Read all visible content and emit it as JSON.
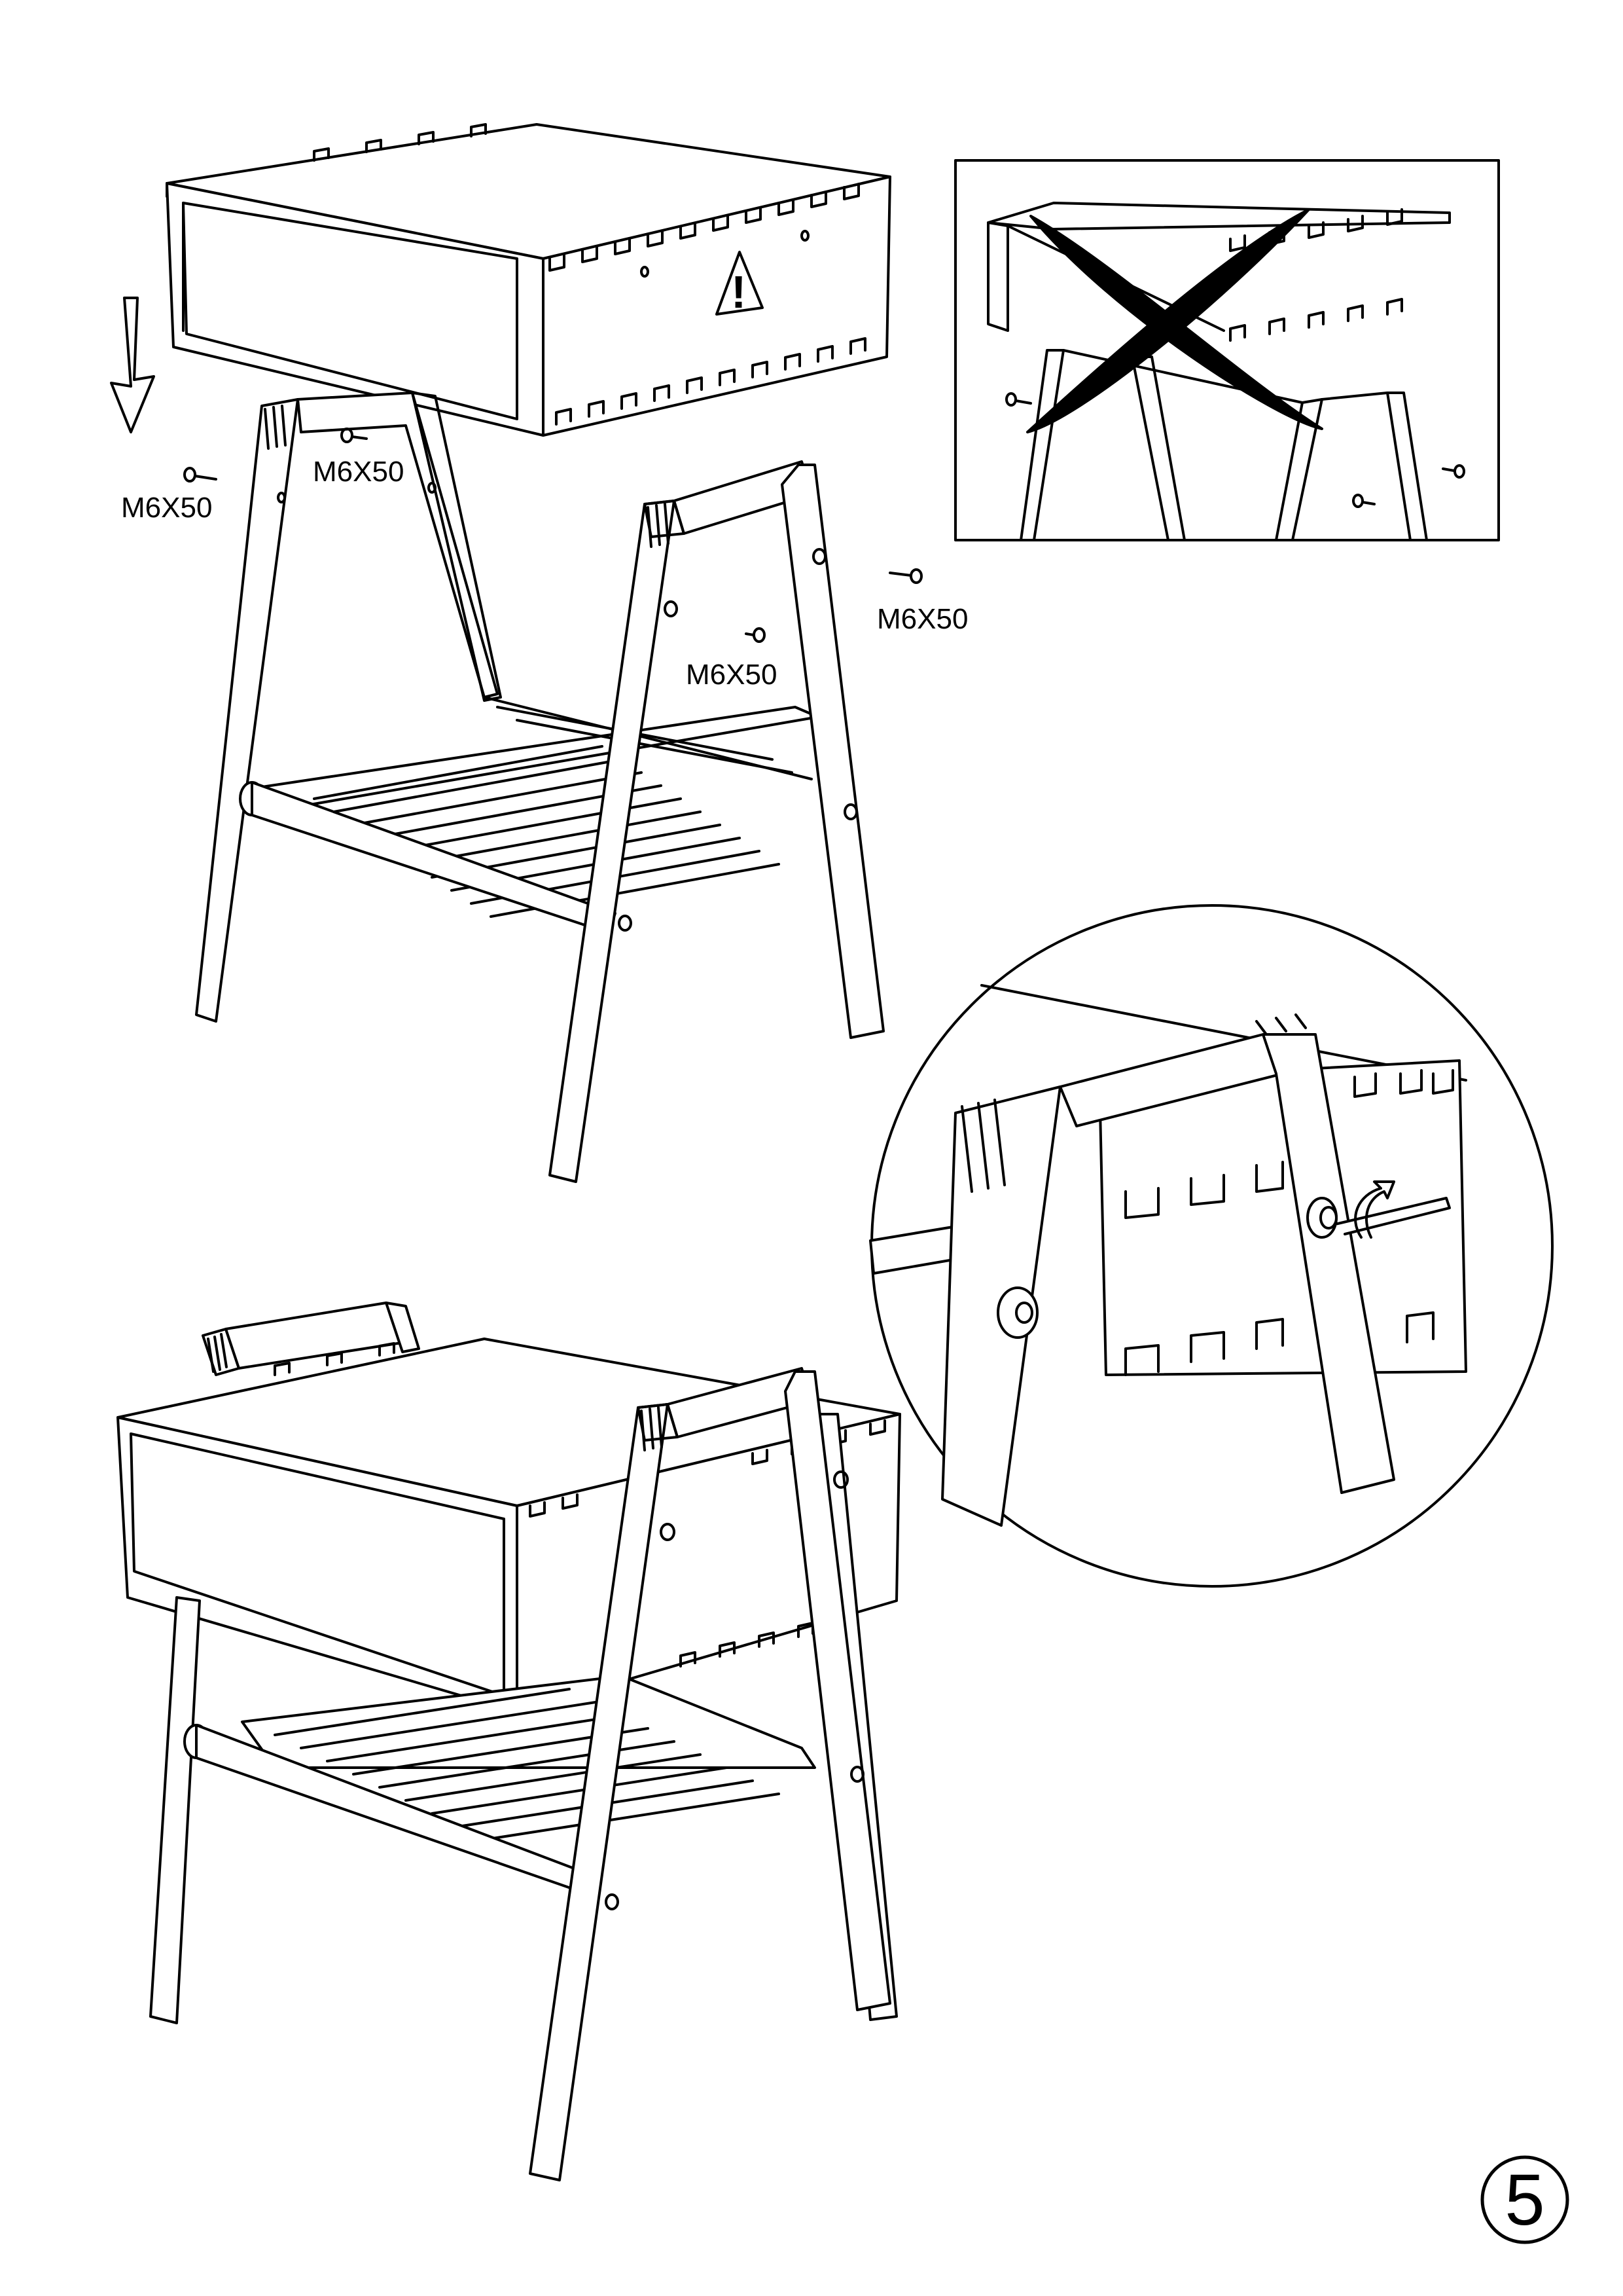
{
  "labels": {
    "screw_1": "M6X50",
    "screw_2": "M6X50",
    "screw_3": "M6X50",
    "screw_4": "M6X50",
    "warning_mark": "!",
    "step_number": "5"
  },
  "icons": {
    "direction": "arrow-down-icon",
    "caution": "warning-triangle-icon",
    "wrong_way": "cross-out-icon",
    "tool": "allen-key-icon"
  },
  "colors": {
    "line": "#000000",
    "background": "#ffffff"
  }
}
